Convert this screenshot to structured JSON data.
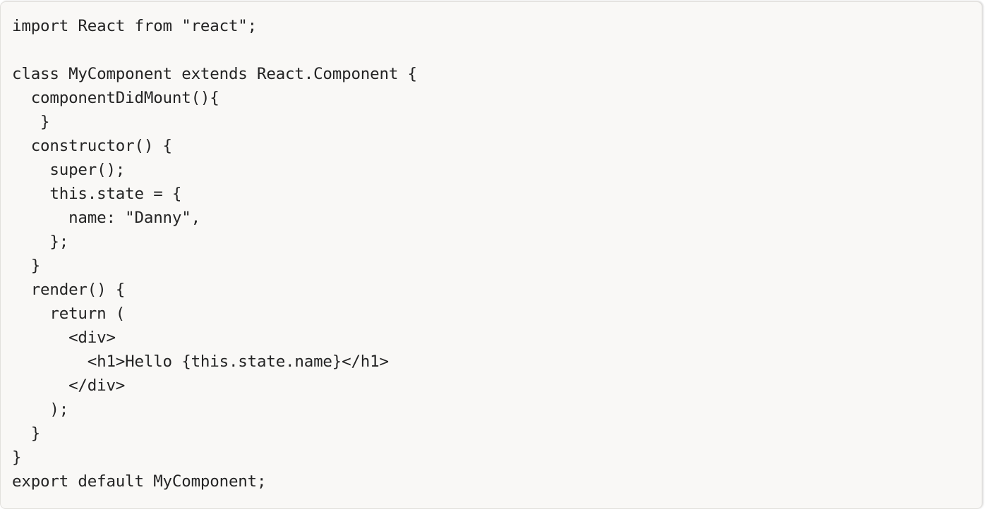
{
  "code_block": {
    "language": "javascript",
    "lines": [
      "import React from \"react\";",
      "",
      "class MyComponent extends React.Component {",
      "  componentDidMount(){",
      "   }",
      "  constructor() {",
      "    super();",
      "    this.state = {",
      "      name: \"Danny\",",
      "    };",
      "  }",
      "  render() {",
      "    return (",
      "      <div>",
      "        <h1>Hello {this.state.name}</h1>",
      "      </div>",
      "    );",
      "  }",
      "}",
      "export default MyComponent;"
    ]
  }
}
